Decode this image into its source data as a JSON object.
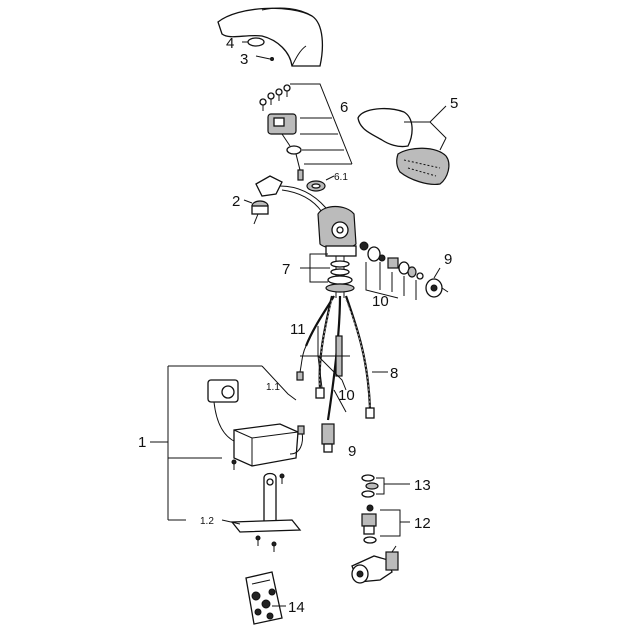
{
  "callouts": {
    "c1": "1",
    "c1_1": "1.1",
    "c1_2": "1.2",
    "c2": "2",
    "c3": "3",
    "c4": "4",
    "c5": "5",
    "c6": "6",
    "c6_1": "6.1",
    "c7": "7",
    "c8": "8",
    "c9a": "9",
    "c9b": "9",
    "c10a": "10",
    "c10b": "10",
    "c11": "11",
    "c12": "12",
    "c13": "13",
    "c14": "14"
  }
}
